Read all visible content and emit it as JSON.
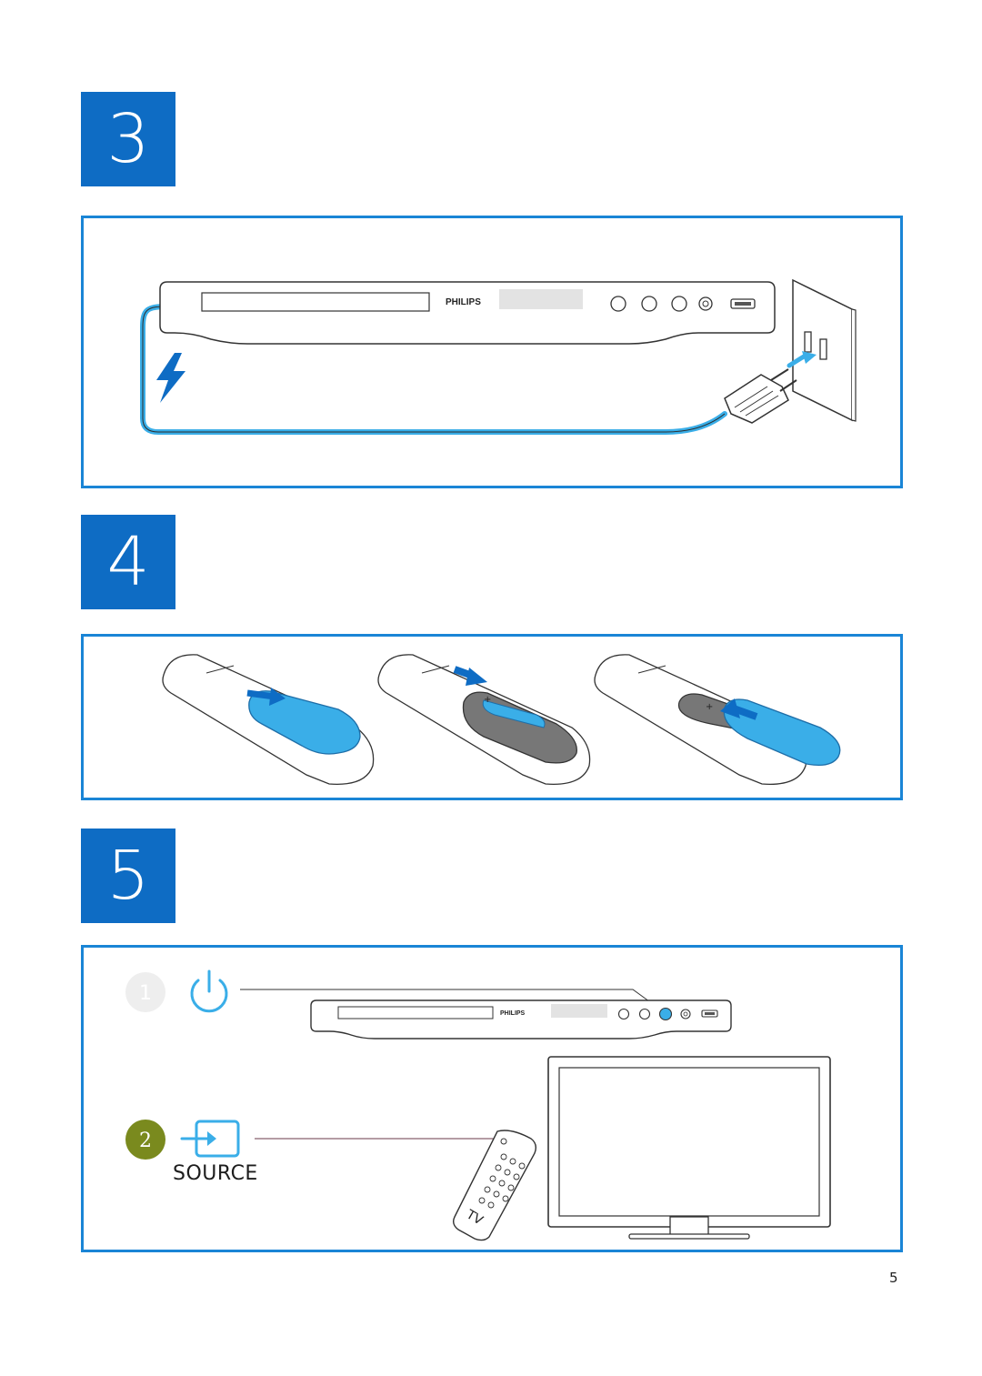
{
  "steps": [
    {
      "number": "3"
    },
    {
      "number": "4"
    },
    {
      "number": "5"
    }
  ],
  "brand": "PHILIPS",
  "remote_label": "TV",
  "source_label": "SOURCE",
  "step5": {
    "sub1": "1",
    "sub2": "2"
  },
  "page_number": "5",
  "colors": {
    "accent": "#0e6cc4",
    "panel_border": "#1a85d6",
    "highlight": "#3aaee8",
    "sub_badge_green": "#7a8a1e"
  },
  "icons": [
    "lightning-icon",
    "power-icon",
    "source-input-icon"
  ]
}
